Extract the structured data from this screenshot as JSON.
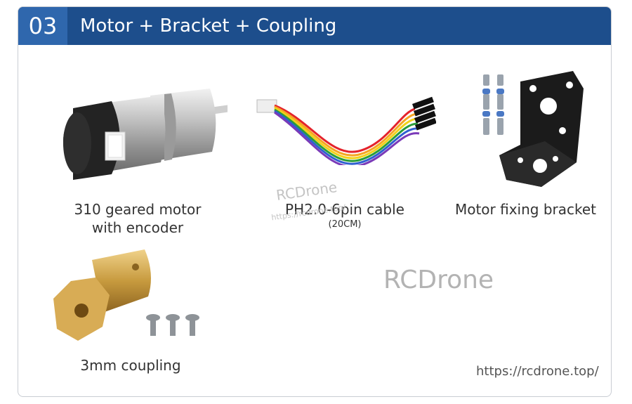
{
  "header": {
    "number": "03",
    "title": "Motor + Bracket + Coupling"
  },
  "items": [
    {
      "label": "310 geared motor",
      "label2": "with encoder"
    },
    {
      "label": "PH2.0-6pin cable",
      "sublabel": "(20CM)"
    },
    {
      "label": "Motor fixing bracket"
    },
    {
      "label": "3mm coupling"
    }
  ],
  "watermark": {
    "brand": "RCDrone",
    "small_brand": "RCDrone",
    "small_url": "https://rcdrone.top/"
  },
  "footer_url": "https://rcdrone.top/"
}
